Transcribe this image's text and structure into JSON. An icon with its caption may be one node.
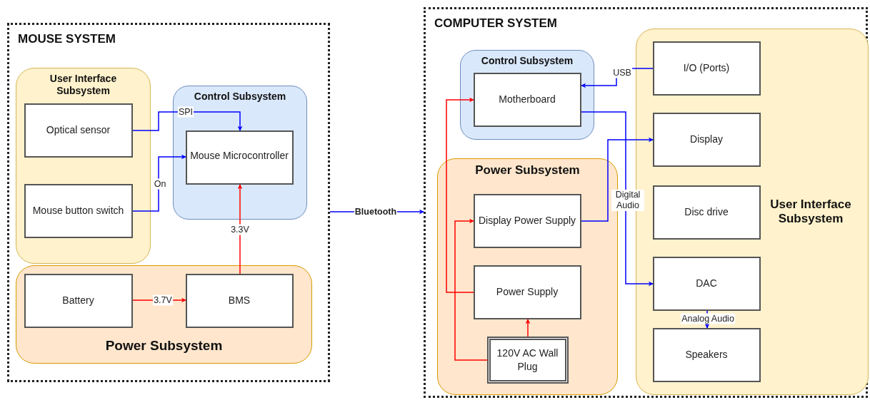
{
  "diagram": {
    "nodes": [
      {
        "text": [
          "MOUSE SYSTEM"
        ]
      },
      {
        "text": [
          "User Interface Subsystem"
        ],
        "in": 0
      },
      {
        "text": [
          "Optical sensor"
        ],
        "in": 1
      },
      {
        "text": [
          "Mouse button switch"
        ],
        "in": 1
      },
      {
        "text": [
          "Control Subsystem"
        ],
        "in": 0
      },
      {
        "text": [
          "Mouse Microcontroller"
        ],
        "in": 4
      },
      {
        "text": [
          "Power Subsystem"
        ],
        "in": 0
      },
      {
        "text": [
          "Battery"
        ],
        "in": 6
      },
      {
        "text": [
          "BMS"
        ],
        "in": 6
      },
      {
        "text": [
          "COMPUTER SYSTEM"
        ]
      },
      {
        "text": [
          "Control Subsystem"
        ],
        "in": 9
      },
      {
        "text": [
          "Motherboard"
        ],
        "in": 10
      },
      {
        "text": [
          "Power Subsystem"
        ],
        "in": 9
      },
      {
        "text": [
          "Display Power Supply"
        ],
        "in": 12
      },
      {
        "text": [
          "Power Supply"
        ],
        "in": 12
      },
      {
        "text": [
          "120V AC Wall Plug"
        ],
        "in": 12
      },
      {
        "text": [
          "User Interface Subsystem"
        ],
        "in": 9
      },
      {
        "text": [
          "I/O (Ports)"
        ],
        "in": 16
      },
      {
        "text": [
          "Display"
        ],
        "in": 16
      },
      {
        "text": [
          "Disc drive"
        ],
        "in": 16
      },
      {
        "text": [
          "DAC"
        ],
        "in": 16
      },
      {
        "text": [
          "Speakers"
        ],
        "in": 16
      }
    ],
    "edges": [
      {
        "from": 2,
        "to": 5,
        "arrow": "to",
        "label": "SPI"
      },
      {
        "from": 3,
        "to": 5,
        "arrow": "to",
        "label": "On"
      },
      {
        "from": 8,
        "to": 5,
        "arrow": "to",
        "label": "3.3V",
        "color": "#ff0000"
      },
      {
        "from": 7,
        "to": 8,
        "arrow": "to",
        "label": "3.7V",
        "color": "#ff0000"
      },
      {
        "from": 0,
        "to": 9,
        "arrow": "to",
        "label": "Bluetooth"
      },
      {
        "from": 17,
        "to": 11,
        "arrow": "to",
        "label": "USB"
      },
      {
        "from": 11,
        "to": 20,
        "arrow": "to",
        "label": "Digital Audio"
      },
      {
        "from": 13,
        "to": 18,
        "arrow": "to"
      },
      {
        "from": 20,
        "to": 21,
        "arrow": "to",
        "label": "Analog Audio"
      },
      {
        "from": 14,
        "to": 11,
        "arrow": "to",
        "color": "#ff0000"
      },
      {
        "from": 15,
        "to": 13,
        "arrow": "to",
        "color": "#ff0000"
      },
      {
        "from": 15,
        "to": 14,
        "arrow": "to",
        "color": "#ff0000"
      }
    ]
  }
}
